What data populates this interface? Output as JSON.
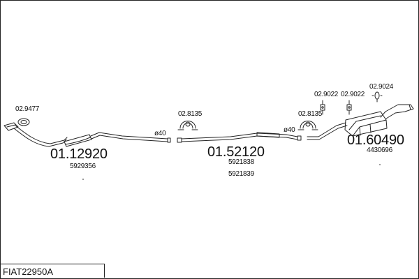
{
  "diagram_code": "FIAT22950A",
  "parts": {
    "front_pipe": {
      "ref": "01.12920",
      "oe": "5929356"
    },
    "middle_pipe": {
      "ref": "01.52120",
      "oe1": "5921838",
      "oe2": "5921839"
    },
    "rear_silencer": {
      "ref": "01.60490",
      "oe": "4430696"
    }
  },
  "fittings": {
    "gasket_front": "02.9477",
    "clamp_1": "02.8135",
    "clamp_2": "02.8135",
    "rubber_1": "02.9022",
    "rubber_2": "02.9022",
    "rubber_3": "02.9024"
  },
  "diameters": {
    "d1": "ø40",
    "d2": "ø40"
  }
}
